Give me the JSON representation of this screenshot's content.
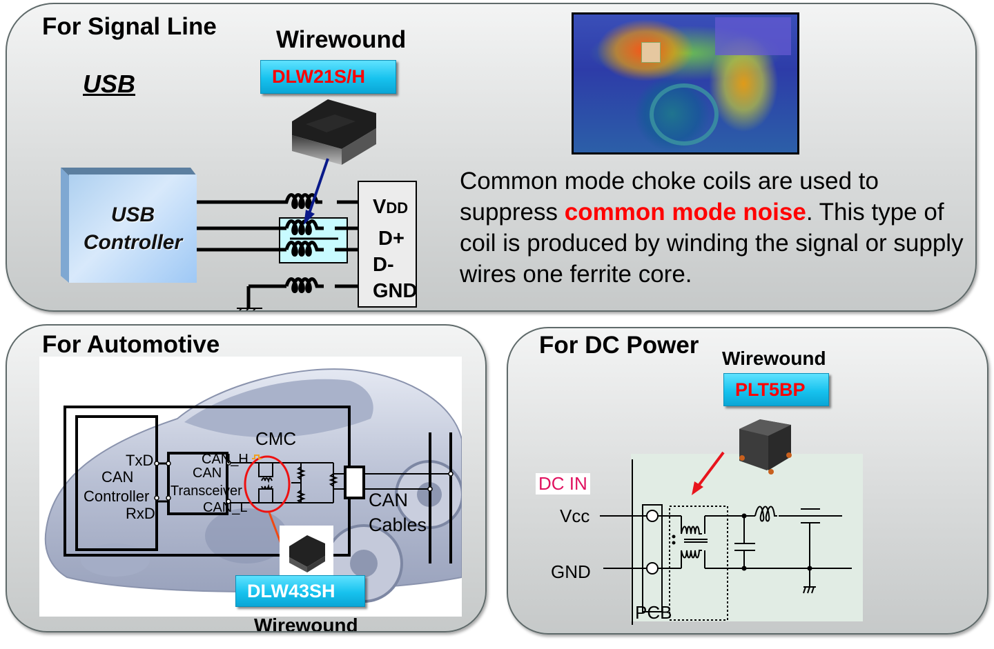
{
  "panels": {
    "signal_line": {
      "title": "For Signal Line",
      "subtitle": "USB",
      "wirewound_label": "Wirewound",
      "part_number": "DLW21S/H",
      "part_color": "#ff0000",
      "controller_label_line1": "USB",
      "controller_label_line2": "Controller",
      "connector_pins": [
        "VDD",
        "D+",
        "D-",
        "GND"
      ],
      "description_before": "Common mode choke coils are used to suppress ",
      "description_highlight": "common mode noise",
      "description_after": ". This type of coil is produced by winding the signal or supply wires one ferrite core.",
      "highlight_color": "#ff0000",
      "image_alt": "thermal-noise-map"
    },
    "automotive": {
      "title": "For Automotive",
      "controller_label_line1": "CAN",
      "controller_label_line2": "Controller",
      "txd": "TxD",
      "rxd": "RxD",
      "transceiver_label_line1": "CAN",
      "transceiver_label_line2": "Transceiver",
      "can_h": "CAN_H",
      "can_l": "CAN_L",
      "cmc_label": "CMC",
      "cables_label_line1": "CAN",
      "cables_label_line2": "Cables",
      "part_number": "DLW43SH",
      "part_color": "#ffffff",
      "wirewound_label": "Wirewound"
    },
    "dc_power": {
      "title": "For DC Power",
      "wirewound_label": "Wirewound",
      "part_number": "PLT5BP",
      "part_color": "#ff0000",
      "dc_in_label": "DC IN",
      "vcc_label": "Vcc",
      "gnd_label": "GND",
      "pcb_label": "PCB"
    }
  }
}
